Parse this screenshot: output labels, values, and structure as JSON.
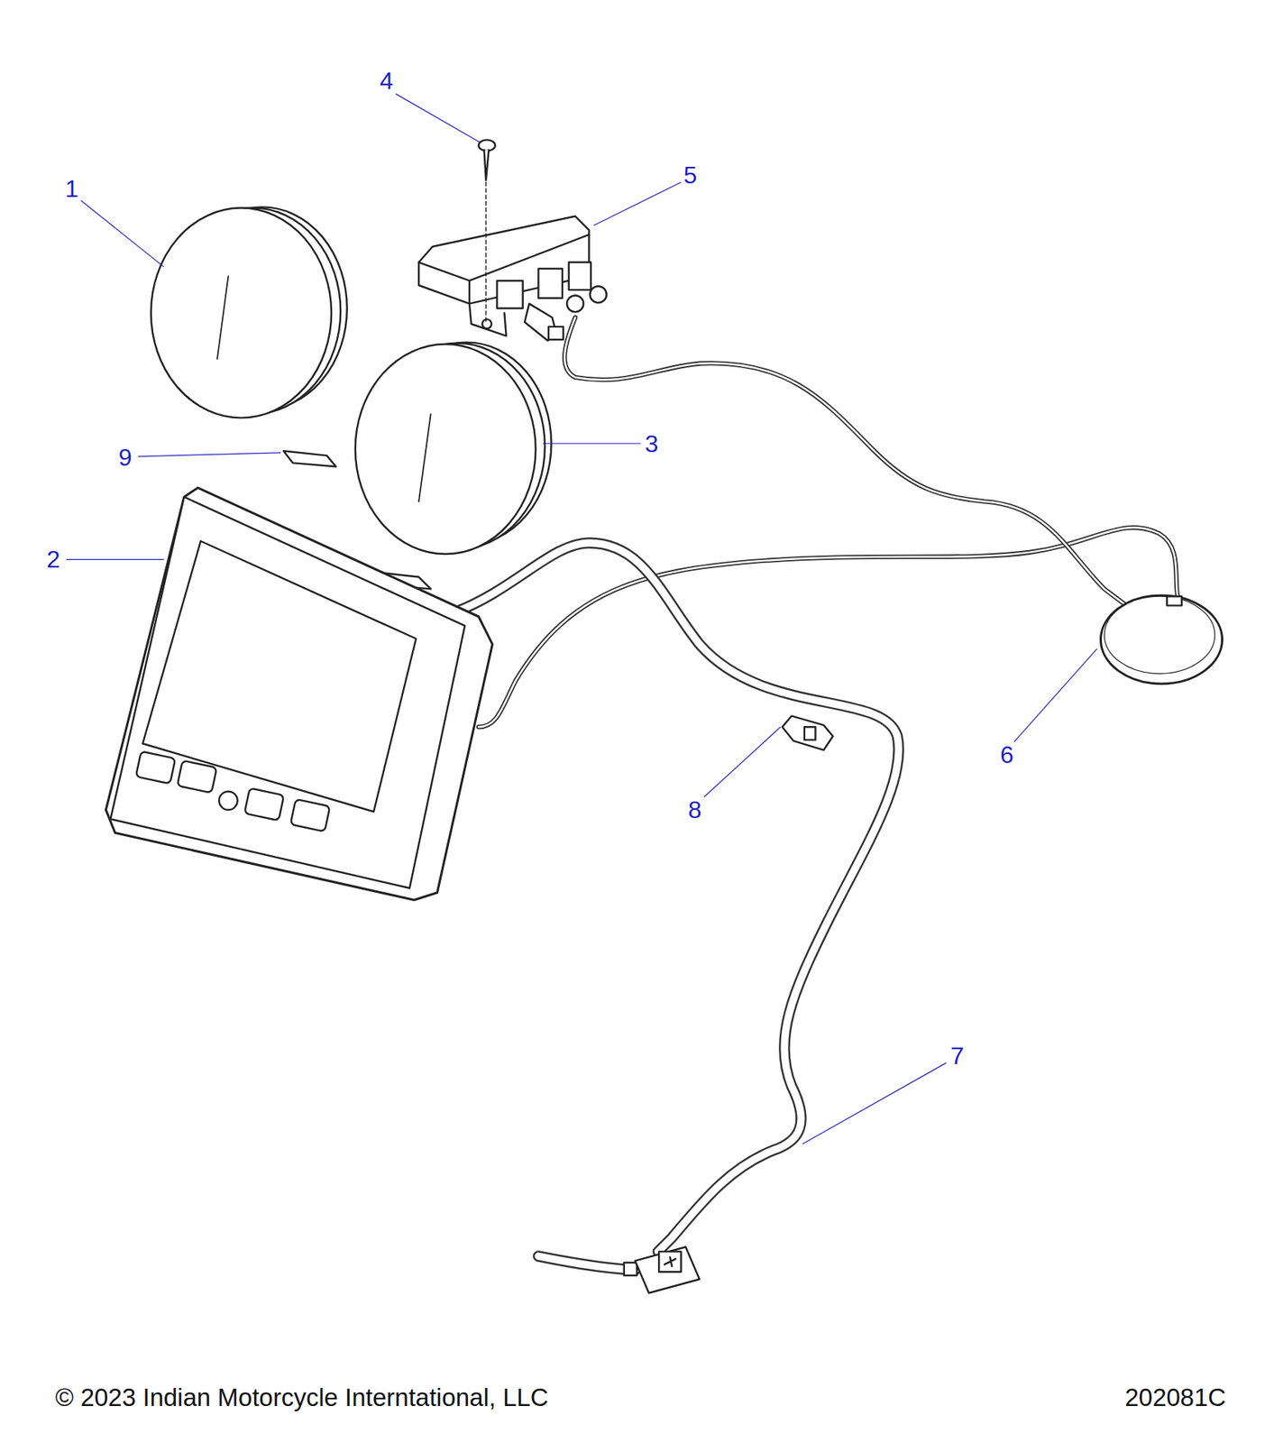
{
  "diagram": {
    "labels": [
      "1",
      "2",
      "3",
      "4",
      "5",
      "6",
      "7",
      "8",
      "9",
      "© 2023 Indian Motorcycle Interntational, LLC",
      "202081C"
    ]
  }
}
